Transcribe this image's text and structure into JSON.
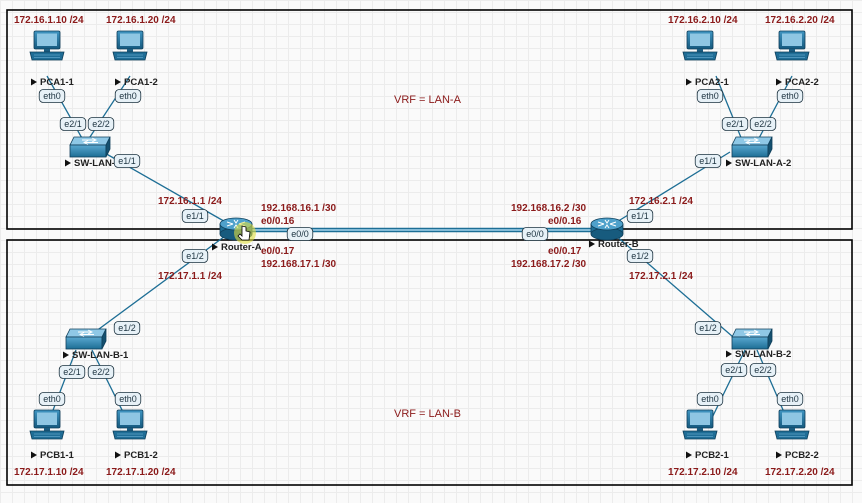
{
  "regions": {
    "lan_a": "VRF = LAN-A",
    "lan_b": "VRF = LAN-B"
  },
  "devices": {
    "pca1_1": "PCA1-1",
    "pca1_2": "PCA1-2",
    "pca2_1": "PCA2-1",
    "pca2_2": "PCA2-2",
    "pcb1_1": "PCB1-1",
    "pcb1_2": "PCB1-2",
    "pcb2_1": "PCB2-1",
    "pcb2_2": "PCB2-2",
    "sw_lan_a": "SW-LAN-A",
    "sw_lan_a_2": "SW-LAN-A-2",
    "sw_lan_b_1": "SW-LAN-B-1",
    "sw_lan_b_2": "SW-LAN-B-2",
    "router_a": "Router-A",
    "router_b": "Router-B"
  },
  "ip_labels": {
    "pca1_1": "172.16.1.10 /24",
    "pca1_2": "172.16.1.20 /24",
    "pca2_1": "172.16.2.10 /24",
    "pca2_2": "172.16.2.20 /24",
    "pcb1_1": "172.17.1.10 /24",
    "pcb1_2": "172.17.1.20 /24",
    "pcb2_1": "172.17.2.10 /24",
    "pcb2_2": "172.17.2.20 /24",
    "ra_e11": "172.16.1.1 /24",
    "ra_e12": "172.17.1.1 /24",
    "rb_e11": "172.16.2.1 /24",
    "rb_e12": "172.17.2.1 /24",
    "ra_sub16_ip": "192.168.16.1 /30",
    "ra_sub16": "e0/0.16",
    "ra_sub17": "e0/0.17",
    "ra_sub17_ip": "192.168.17.1 /30",
    "rb_sub16_ip": "192.168.16.2 /30",
    "rb_sub16": "e0/0.16",
    "rb_sub17": "e0/0.17",
    "rb_sub17_ip": "192.168.17.2 /30"
  },
  "ports": {
    "pca1_1_eth0": "eth0",
    "pca1_2_eth0": "eth0",
    "swa_e21": "e2/1",
    "swa_e22": "e2/2",
    "swa_e11": "e1/1",
    "ra_e11": "e1/1",
    "ra_e12": "e1/2",
    "ra_e00": "e0/0",
    "rb_e00": "e0/0",
    "rb_e11": "e1/1",
    "rb_e12": "e1/2",
    "swa2_e11": "e1/1",
    "swa2_e21": "e2/1",
    "swa2_e22": "e2/2",
    "pca2_1_eth0": "eth0",
    "pca2_2_eth0": "eth0",
    "swb1_e12": "e1/2",
    "swb1_e21": "e2/1",
    "swb1_e22": "e2/2",
    "pcb1_1_eth0": "eth0",
    "pcb1_2_eth0": "eth0",
    "swb2_e12": "e1/2",
    "swb2_e21": "e2/1",
    "swb2_e22": "e2/2",
    "pcb2_1_eth0": "eth0",
    "pcb2_2_eth0": "eth0"
  },
  "colors": {
    "label_red": "#8b1a1a",
    "link_blue": "#1d6e95",
    "device_blue": "#1f6d96",
    "port_fill": "#e7f1f7",
    "cursor_highlight": "#e0e040"
  },
  "icons": [
    "pc-icon",
    "switch-icon",
    "router-icon",
    "play-arrow-icon",
    "cursor-hand-icon"
  ]
}
